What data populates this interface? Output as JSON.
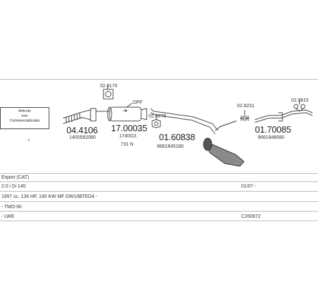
{
  "legend_box": {
    "line1": "Articolo",
    "line2": "non",
    "line3": "Commercializzato"
  },
  "parts": [
    {
      "number": "04.4106",
      "oem": "1400592080"
    },
    {
      "number": "17.00035",
      "oem": "1740G3",
      "extra": "731 N"
    },
    {
      "number": "01.60838",
      "oem": "9661845180"
    },
    {
      "number": "01.70085",
      "oem": "9661848080"
    }
  ],
  "callouts": {
    "c1": "02.9170",
    "c2": "DPF",
    "c3": "02.8278",
    "c4": "02.8231",
    "c5": "02.9815"
  },
  "info": {
    "market": "Export (CAT)",
    "engine": "2.0 i Di 140",
    "date": "01/07 -",
    "spec": "1997 cc, 136 HP, 100 KW MF DW10BTED4 -",
    "body": "- TMO-90",
    "variant": "- LWE",
    "code": "C260672"
  }
}
